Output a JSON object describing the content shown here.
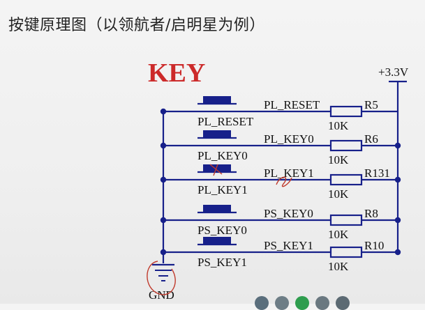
{
  "header": {
    "title": "按键原理图（以领航者/启明星为例）"
  },
  "diagram": {
    "heading": "KEY",
    "supply_label": "+3.3V",
    "ground_label": "GND",
    "colors": {
      "heading": "#cc2a2a",
      "wire": "#17208a",
      "text": "#111111",
      "annotation": "#c0392b"
    },
    "rows": [
      {
        "net": "PL_RESET",
        "button": "PL_RESET",
        "resistor": "R5",
        "value": "10K"
      },
      {
        "net": "PL_KEY0",
        "button": "PL_KEY0",
        "resistor": "R6",
        "value": "10K"
      },
      {
        "net": "PL_KEY1",
        "button": "PL_KEY1",
        "resistor": "R131",
        "value": "10K"
      },
      {
        "net": "PS_KEY0",
        "button": "PS_KEY0",
        "resistor": "R8",
        "value": "10K"
      },
      {
        "net": "PS_KEY1",
        "button": "PS_KEY1",
        "resistor": "R10",
        "value": "10K"
      }
    ]
  }
}
